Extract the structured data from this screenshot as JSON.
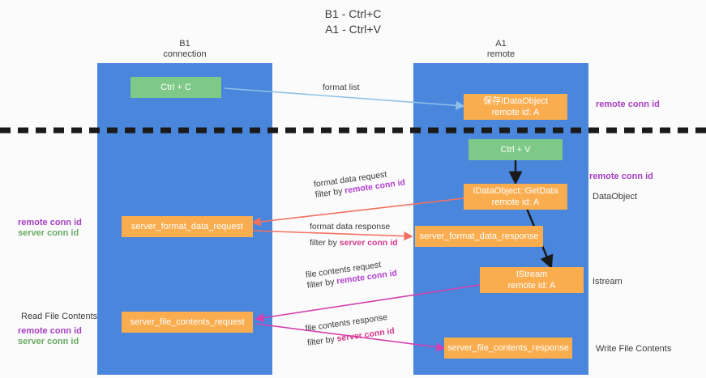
{
  "title": {
    "line1": "B1 - Ctrl+C",
    "line2": "A1 - Ctrl+V"
  },
  "lanes": [
    {
      "name": "b1",
      "title": "B1",
      "subtitle": "connection"
    },
    {
      "name": "a1",
      "title": "A1",
      "subtitle": "remote"
    }
  ],
  "nodes": {
    "ctrl_c": {
      "line1": "Ctrl + C",
      "line2": ""
    },
    "save_idataobject": {
      "line1": "保存IDataObject",
      "line2": "remote id: A"
    },
    "ctrl_v": {
      "line1": "Ctrl + V",
      "line2": ""
    },
    "getdata": {
      "line1": "IDataObject::GetData",
      "line2": "remote id: A"
    },
    "server_format_req": {
      "line1": "server_format_data_request",
      "line2": ""
    },
    "server_format_res": {
      "line1": "server_format_data_response",
      "line2": ""
    },
    "istream": {
      "line1": "IStream",
      "line2": "remote id: A"
    },
    "server_file_req": {
      "line1": "server_file_contents_request",
      "line2": ""
    },
    "server_file_res": {
      "line1": "server_file_contents_response",
      "line2": ""
    }
  },
  "edges": {
    "format_list": {
      "text": "format list"
    },
    "format_data_request": {
      "text": "format data request",
      "filter_prefix": "filter by ",
      "filter_key": "remote conn id"
    },
    "format_data_response": {
      "text": "format data response",
      "filter_prefix": "filter by ",
      "filter_key": "server conn id"
    },
    "file_contents_request": {
      "text": "file contents request",
      "filter_prefix": "filter by ",
      "filter_key": "remote conn id"
    },
    "file_contents_response": {
      "text": "file contents response",
      "filter_prefix": "filter by ",
      "filter_key": "server conn id"
    }
  },
  "right_labels": {
    "remote_conn_id_top": "remote conn id",
    "remote_conn_id_mid": "remote conn id",
    "dataobject": "DataObject",
    "istream": "Istream",
    "write_file_contents": "Write File Contents"
  },
  "left_labels": {
    "remote_conn_id_mid": "remote conn id",
    "server_conn_id_mid": "server conn id",
    "read_file_contents": "Read File Contents",
    "remote_conn_id_bottom": "remote conn id",
    "server_conn_id_bottom": "server conn id"
  },
  "colors": {
    "lane": "#4a86dc",
    "green_node": "#7ec987",
    "orange_node": "#f9ad4f",
    "purple": "#a63ec0",
    "green_text": "#6aaa64",
    "red_arrow": "#f4705e",
    "magenta_arrow": "#d63fb0",
    "light_blue_arrow": "#8fc0e8",
    "black_arrow": "#1a1a1a",
    "divider": "#1a1a1a"
  }
}
